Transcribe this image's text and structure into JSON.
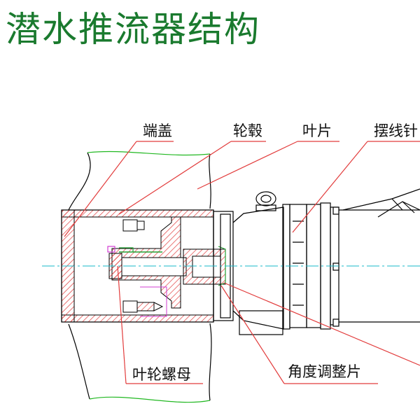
{
  "title": "潜水推流器结构",
  "labels": {
    "end_cover": "端盖",
    "hub": "轮毂",
    "blade": "叶片",
    "cycloid": "摆线针",
    "impeller_nut": "叶轮螺母",
    "angle_shim": "角度调整片"
  },
  "colors": {
    "title": "#1a7a2e",
    "leader": "#e23c3c",
    "hatch": "#e03a3a",
    "outline": "#000000",
    "centerline": "#18b8c8",
    "blade_outline": "#22b822",
    "detail_green": "#22a032",
    "detail_magenta": "#d23cd2"
  }
}
